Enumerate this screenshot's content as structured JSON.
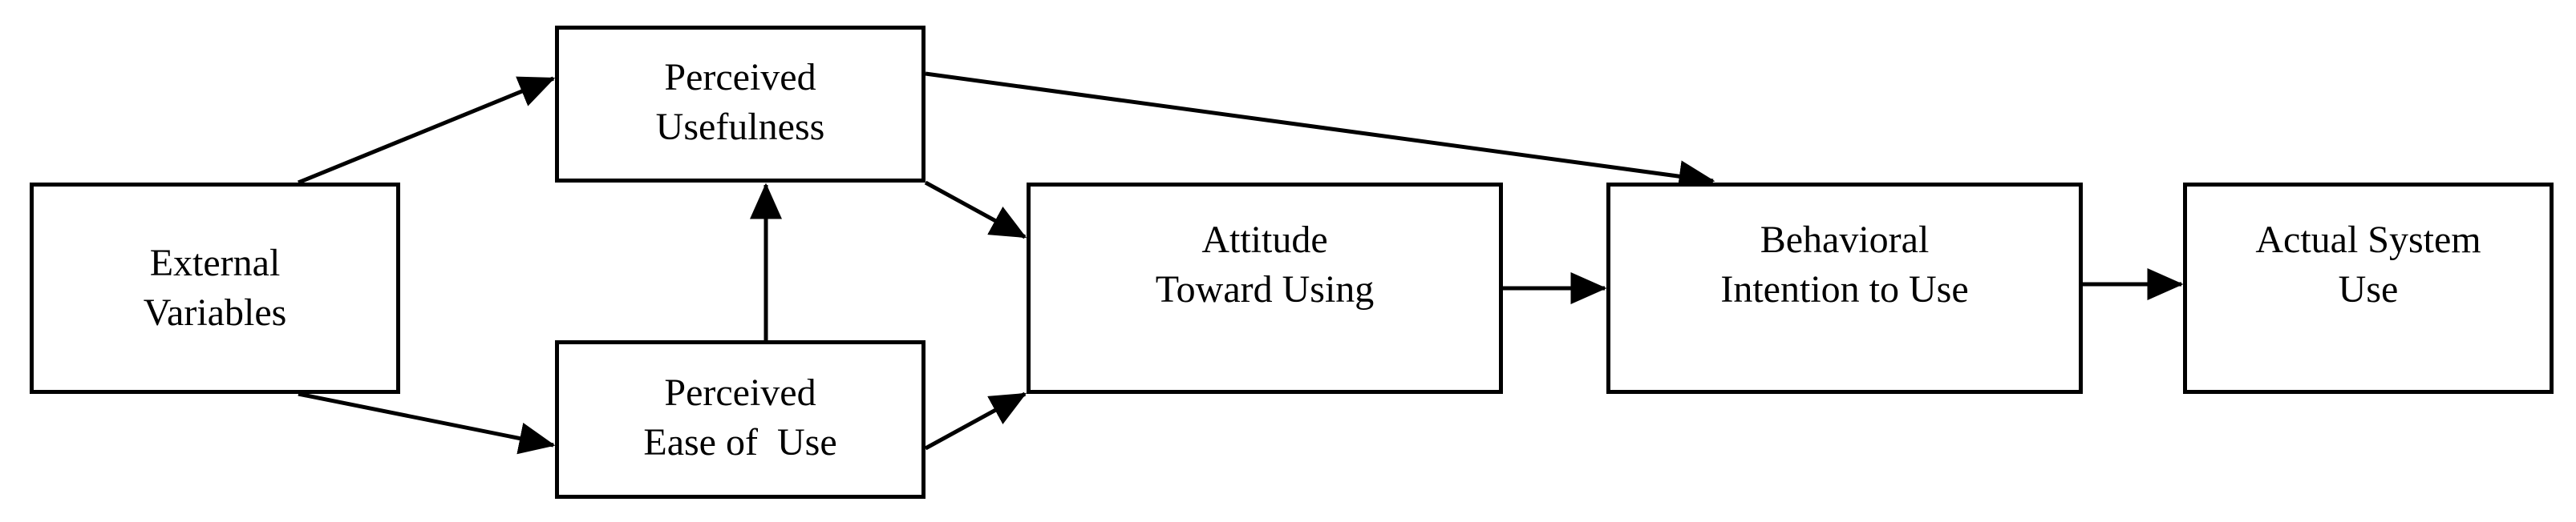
{
  "diagram": {
    "boxes": {
      "external": {
        "line1": "External",
        "line2": "Variables"
      },
      "useful": {
        "line1": "Perceived",
        "line2": "Usefulness"
      },
      "ease": {
        "line1": "Perceived",
        "line2": "Ease of  Use"
      },
      "attitude": {
        "line1": "Attitude",
        "line2": "Toward Using"
      },
      "intention": {
        "line1": "Behavioral",
        "line2": "Intention to Use"
      },
      "actual": {
        "line1": "Actual System",
        "line2": "Use"
      }
    },
    "edges": [
      {
        "from": "external",
        "to": "useful"
      },
      {
        "from": "external",
        "to": "ease"
      },
      {
        "from": "ease",
        "to": "useful"
      },
      {
        "from": "useful",
        "to": "attitude"
      },
      {
        "from": "ease",
        "to": "attitude"
      },
      {
        "from": "useful",
        "to": "intention"
      },
      {
        "from": "attitude",
        "to": "intention"
      },
      {
        "from": "intention",
        "to": "actual"
      }
    ],
    "colors": {
      "stroke": "#000000",
      "background": "#ffffff"
    }
  }
}
